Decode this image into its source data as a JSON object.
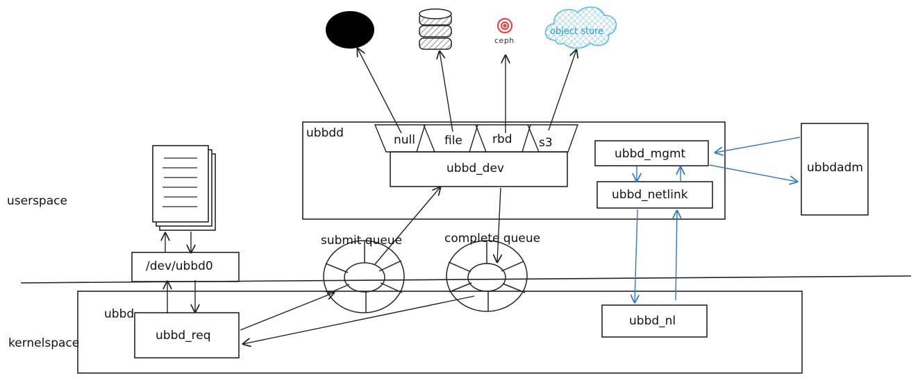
{
  "regions": {
    "userspace": "userspace",
    "kernelspace": "kernelspace"
  },
  "backends": {
    "ceph": "ceph",
    "object_store": "object store"
  },
  "ubbdd": {
    "title": "ubbdd",
    "drivers": [
      "null",
      "file",
      "rbd",
      "s3"
    ],
    "dev": "ubbd_dev",
    "mgmt": "ubbd_mgmt",
    "netlink": "ubbd_netlink"
  },
  "ubbdadm": "ubbdadm",
  "dev_node": "/dev/ubbd0",
  "queues": {
    "submit": "submit queue",
    "complete": "complete queue"
  },
  "kernel": {
    "title": "ubbd",
    "req": "ubbd_req",
    "nl": "ubbd_nl"
  },
  "colors": {
    "ink": "#222222",
    "blue_arrow": "#2f78c4",
    "ceph_red": "#e64545",
    "cloud_blue": "#1f9bd7"
  }
}
